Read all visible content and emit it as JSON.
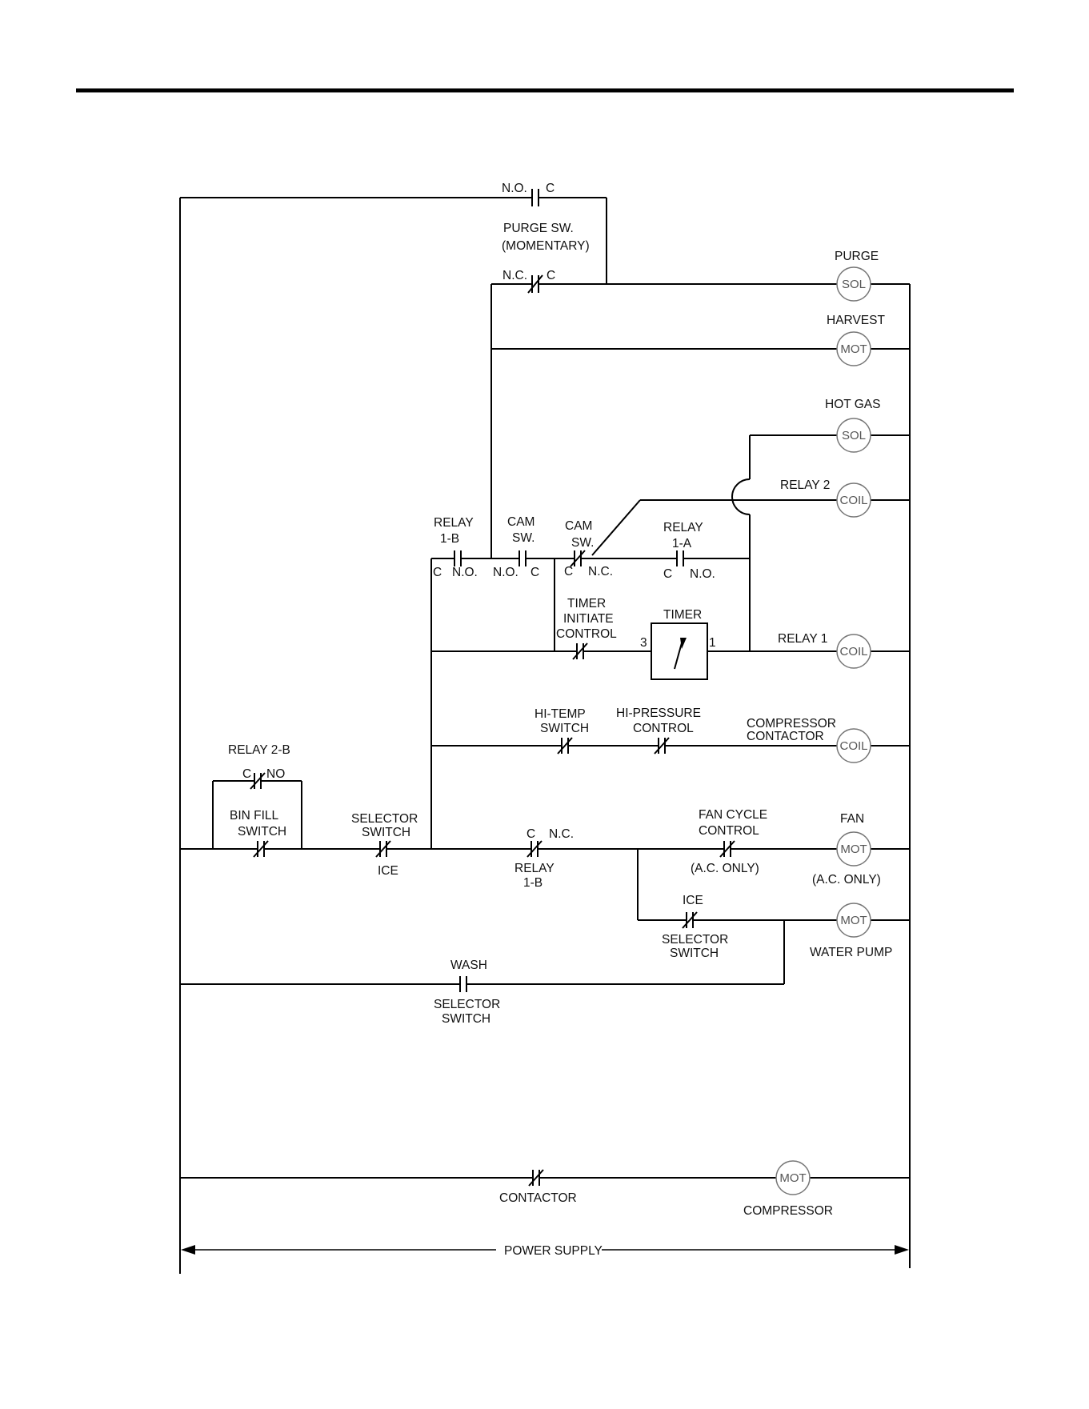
{
  "labels": {
    "purge_no": "N.O.",
    "purge_c_top": "C",
    "purge_sw": "PURGE SW.",
    "momentary": "(MOMENTARY)",
    "purge_nc": "N.C.",
    "purge_c_bottom": "C",
    "purge": "PURGE",
    "harvest": "HARVEST",
    "hot_gas": "HOT GAS",
    "relay2": "RELAY 2",
    "relay1b_top": "RELAY",
    "relay1b_bottom": "1-B",
    "relay1b_c": "C",
    "relay1b_no": "N.O.",
    "cam1_top": "CAM",
    "cam1_bottom": "SW.",
    "cam1_no": "N.O.",
    "cam1_c": "C",
    "cam2_top": "CAM",
    "cam2_bottom": "SW.",
    "cam2_c": "C",
    "cam2_nc": "N.C.",
    "relay1a_top": "RELAY",
    "relay1a_bottom": "1-A",
    "relay1a_c": "C",
    "relay1a_no": "N.O.",
    "timer_init_1": "TIMER",
    "timer_init_2": "INITIATE",
    "timer_init_3": "CONTROL",
    "timer": "TIMER",
    "timer_pin3": "3",
    "timer_pin1": "1",
    "relay1": "RELAY 1",
    "hitemp_1": "HI-TEMP",
    "hitemp_2": "SWITCH",
    "hipress_1": "HI-PRESSURE",
    "hipress_2": "CONTROL",
    "comp_1": "COMPRESSOR",
    "comp_2": "CONTACTOR",
    "relay2b": "RELAY 2-B",
    "relay2b_c": "C",
    "relay2b_no": "NO",
    "binfill_1": "BIN FILL",
    "binfill_2": "SWITCH",
    "sel_1": "SELECTOR",
    "sel_2": "SWITCH",
    "sel_ice": "ICE",
    "r1b_c": "C",
    "r1b_nc": "N.C.",
    "r1b_relay": "RELAY",
    "r1b_num": "1-B",
    "fancycle_1": "FAN CYCLE",
    "fancycle_2": "CONTROL",
    "ac_only_1": "(A.C. ONLY)",
    "fan": "FAN",
    "ac_only_2": "(A.C. ONLY)",
    "ice2": "ICE",
    "sel2_1": "SELECTOR",
    "sel2_2": "SWITCH",
    "water_pump": "WATER PUMP",
    "wash": "WASH",
    "sel3_1": "SELECTOR",
    "sel3_2": "SWITCH",
    "contactor": "CONTACTOR",
    "compressor": "COMPRESSOR",
    "power_supply": "POWER SUPPLY"
  },
  "loads": {
    "purge_sol": "SOL",
    "harvest_mot": "MOT",
    "hotgas_sol": "SOL",
    "relay2_coil": "COIL",
    "relay1_coil": "COIL",
    "contactor_coil": "COIL",
    "fan_mot": "MOT",
    "pump_mot": "MOT",
    "compressor_mot": "MOT"
  }
}
